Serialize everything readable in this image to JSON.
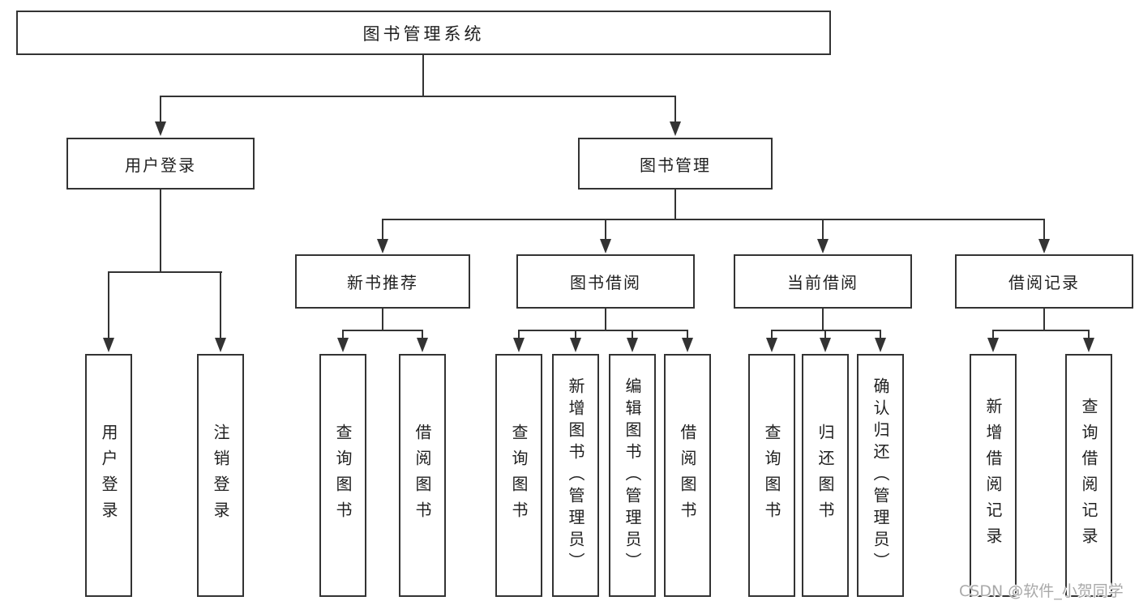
{
  "diagram_type": "hierarchy-tree",
  "tree": {
    "label": "图书管理系统",
    "children": [
      {
        "label": "用户登录",
        "children": [
          {
            "label": "用户登录"
          },
          {
            "label": "注销登录"
          }
        ]
      },
      {
        "label": "图书管理",
        "children": [
          {
            "label": "新书推荐",
            "children": [
              {
                "label": "查询图书"
              },
              {
                "label": "借阅图书"
              }
            ]
          },
          {
            "label": "图书借阅",
            "children": [
              {
                "label": "查询图书"
              },
              {
                "label": "新增图书（管理员）"
              },
              {
                "label": "编辑图书（管理员）"
              },
              {
                "label": "借阅图书"
              }
            ]
          },
          {
            "label": "当前借阅",
            "children": [
              {
                "label": "查询图书"
              },
              {
                "label": "归还图书"
              },
              {
                "label": "确认归还（管理员）"
              }
            ]
          },
          {
            "label": "借阅记录",
            "children": [
              {
                "label": "新增借阅记录"
              },
              {
                "label": "查询借阅记录"
              }
            ]
          }
        ]
      }
    ]
  },
  "watermark": {
    "text": "CSDN @软件_小贺同学",
    "color": "#a9a9a9"
  },
  "colors": {
    "line": "#333333",
    "box_border": "#333333",
    "box_fill": "#ffffff",
    "text": "#1f1f1f",
    "background": "#ffffff"
  }
}
